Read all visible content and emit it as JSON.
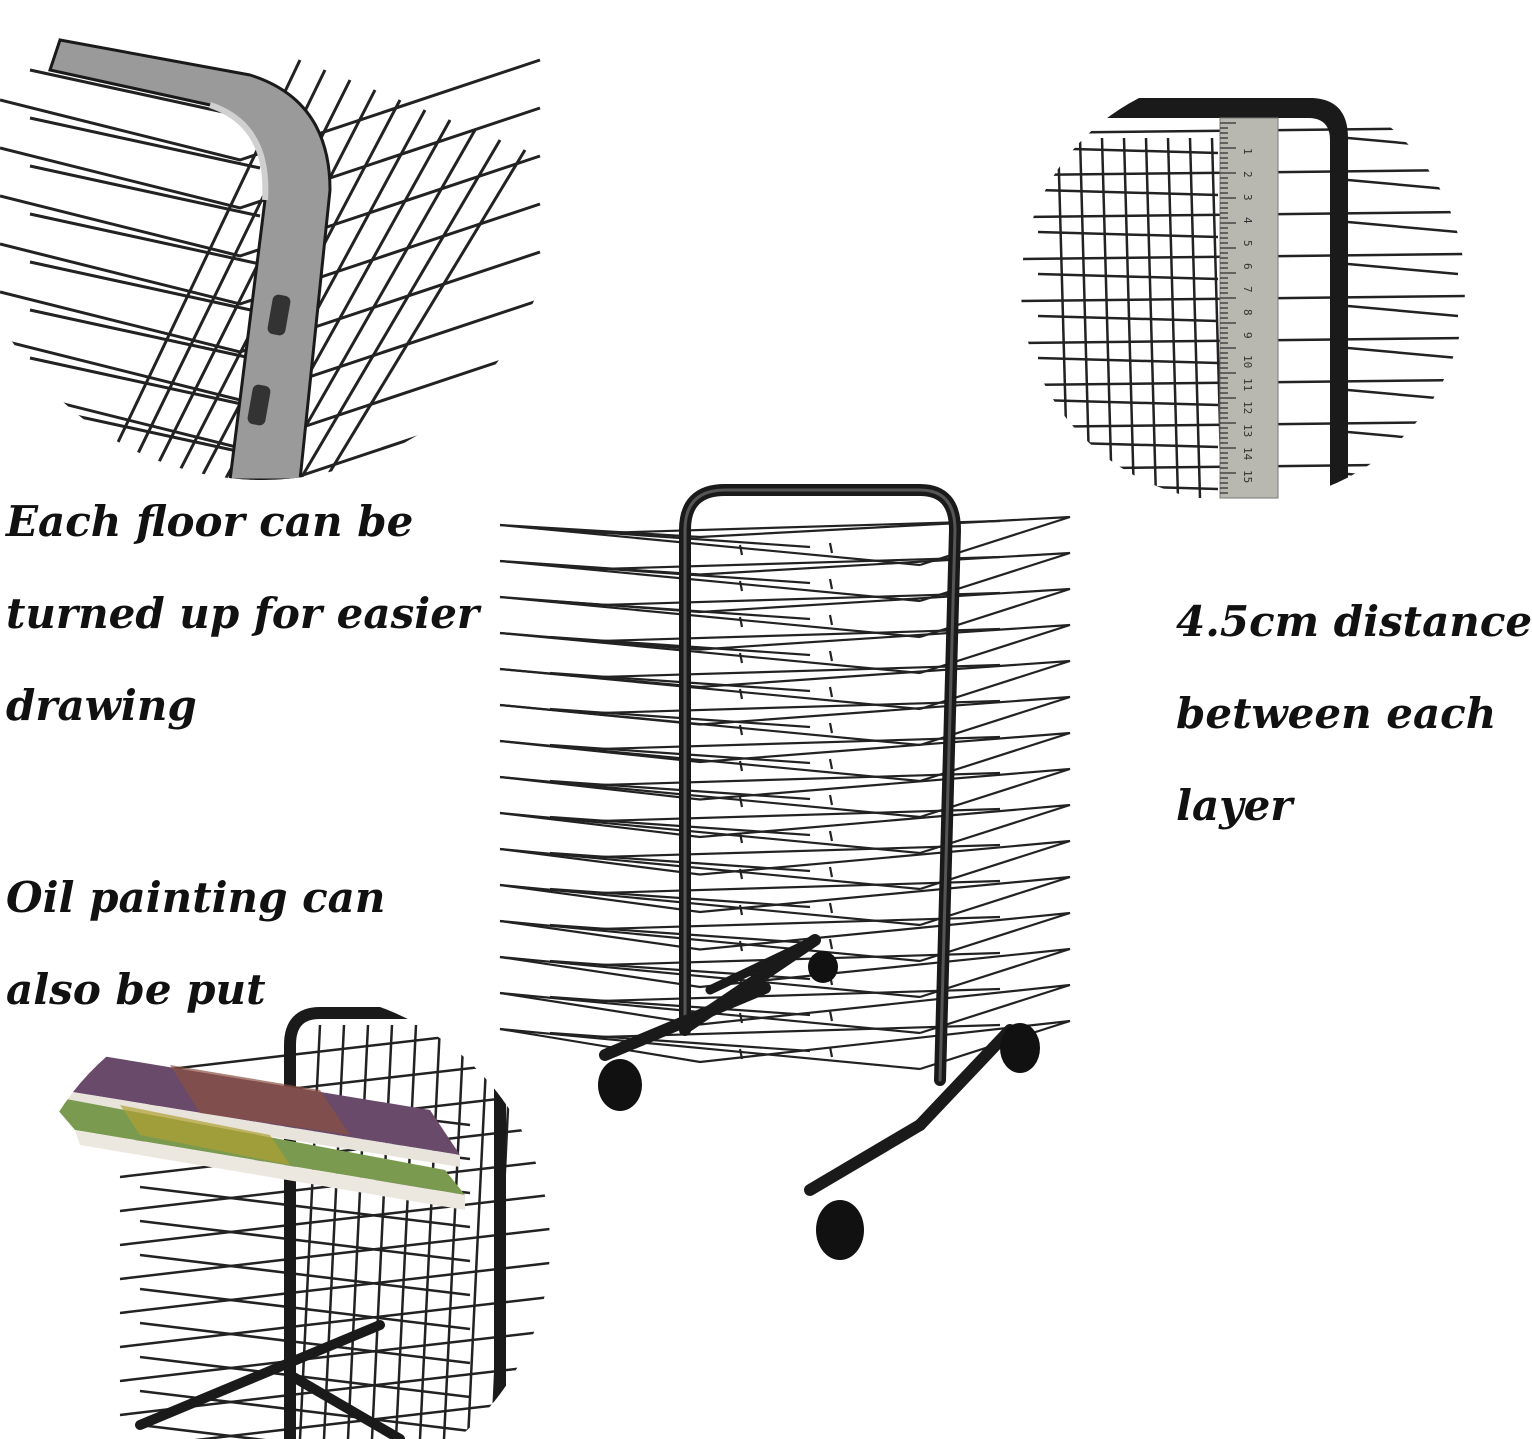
{
  "captions": {
    "floor_turn": [
      "Each floor can be",
      "turned up for easier",
      "drawing"
    ],
    "oil_painting": [
      "Oil painting can",
      "also be put"
    ],
    "layer_distance": [
      "4.5cm distance",
      "between each",
      "layer"
    ]
  },
  "ruler": {
    "marks": [
      "1",
      "2",
      "3",
      "4",
      "5",
      "6",
      "7",
      "8",
      "9",
      "10",
      "11",
      "12",
      "13",
      "14",
      "15"
    ]
  },
  "colors": {
    "frame": "#1a1a1a",
    "wire": "#222222",
    "steel": "#8a8a8a",
    "ruler": "#b8b8b0",
    "canvas_purple": "#6a4a6a",
    "canvas_green": "#7a9a50"
  }
}
